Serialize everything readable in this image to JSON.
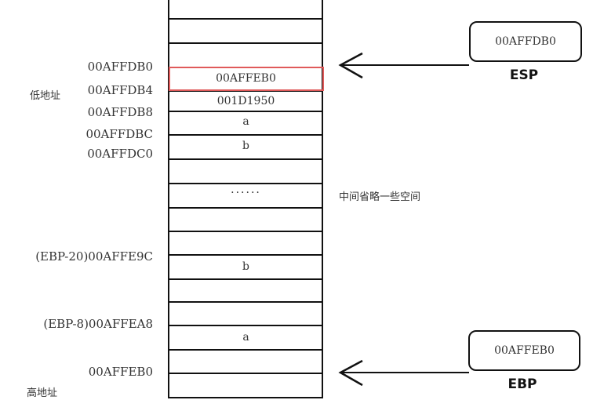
{
  "labels": {
    "low_address": "低地址",
    "high_address": "高地址",
    "omitted_space": "中间省略一些空间"
  },
  "addresses": [
    {
      "id": "addr-00affdb0",
      "text": "00AFFDB0"
    },
    {
      "id": "addr-00affdb4",
      "text": "00AFFDB4"
    },
    {
      "id": "addr-00affdb8",
      "text": "00AFFDB8"
    },
    {
      "id": "addr-00affdbc",
      "text": "00AFFDBC"
    },
    {
      "id": "addr-00affdc0",
      "text": "00AFFDC0"
    },
    {
      "id": "addr-00affe9c",
      "text": "(EBP-20)00AFFE9C"
    },
    {
      "id": "addr-00affea8",
      "text": "(EBP-8)00AFFEA8"
    },
    {
      "id": "addr-00affeb0",
      "text": "00AFFEB0"
    }
  ],
  "cells": [
    {
      "id": "cell-saved-ebp",
      "text": "00AFFEB0",
      "highlighted": true
    },
    {
      "id": "cell-return-addr",
      "text": "001D1950"
    },
    {
      "id": "cell-a-low",
      "text": "a"
    },
    {
      "id": "cell-b-low",
      "text": "b"
    },
    {
      "id": "cell-ellipsis",
      "text": "······"
    },
    {
      "id": "cell-b-high",
      "text": "b"
    },
    {
      "id": "cell-a-high",
      "text": "a"
    }
  ],
  "registers": {
    "esp": {
      "name": "ESP",
      "value": "00AFFDB0"
    },
    "ebp": {
      "name": "EBP",
      "value": "00AFFEB0"
    }
  },
  "colors": {
    "highlight": "#e05a5a",
    "line": "#111111",
    "text": "#333333"
  }
}
